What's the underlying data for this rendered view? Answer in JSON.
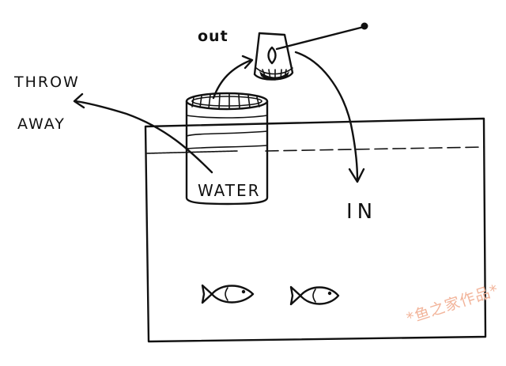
{
  "labels": {
    "throw": "THROW",
    "away": "AWAY",
    "out": "out",
    "water": "WATER",
    "in": "IN"
  },
  "watermark": "*鱼之家作品*",
  "colors": {
    "ink": "#111111",
    "watermark": "#f2b49a",
    "background": "#ffffff"
  }
}
